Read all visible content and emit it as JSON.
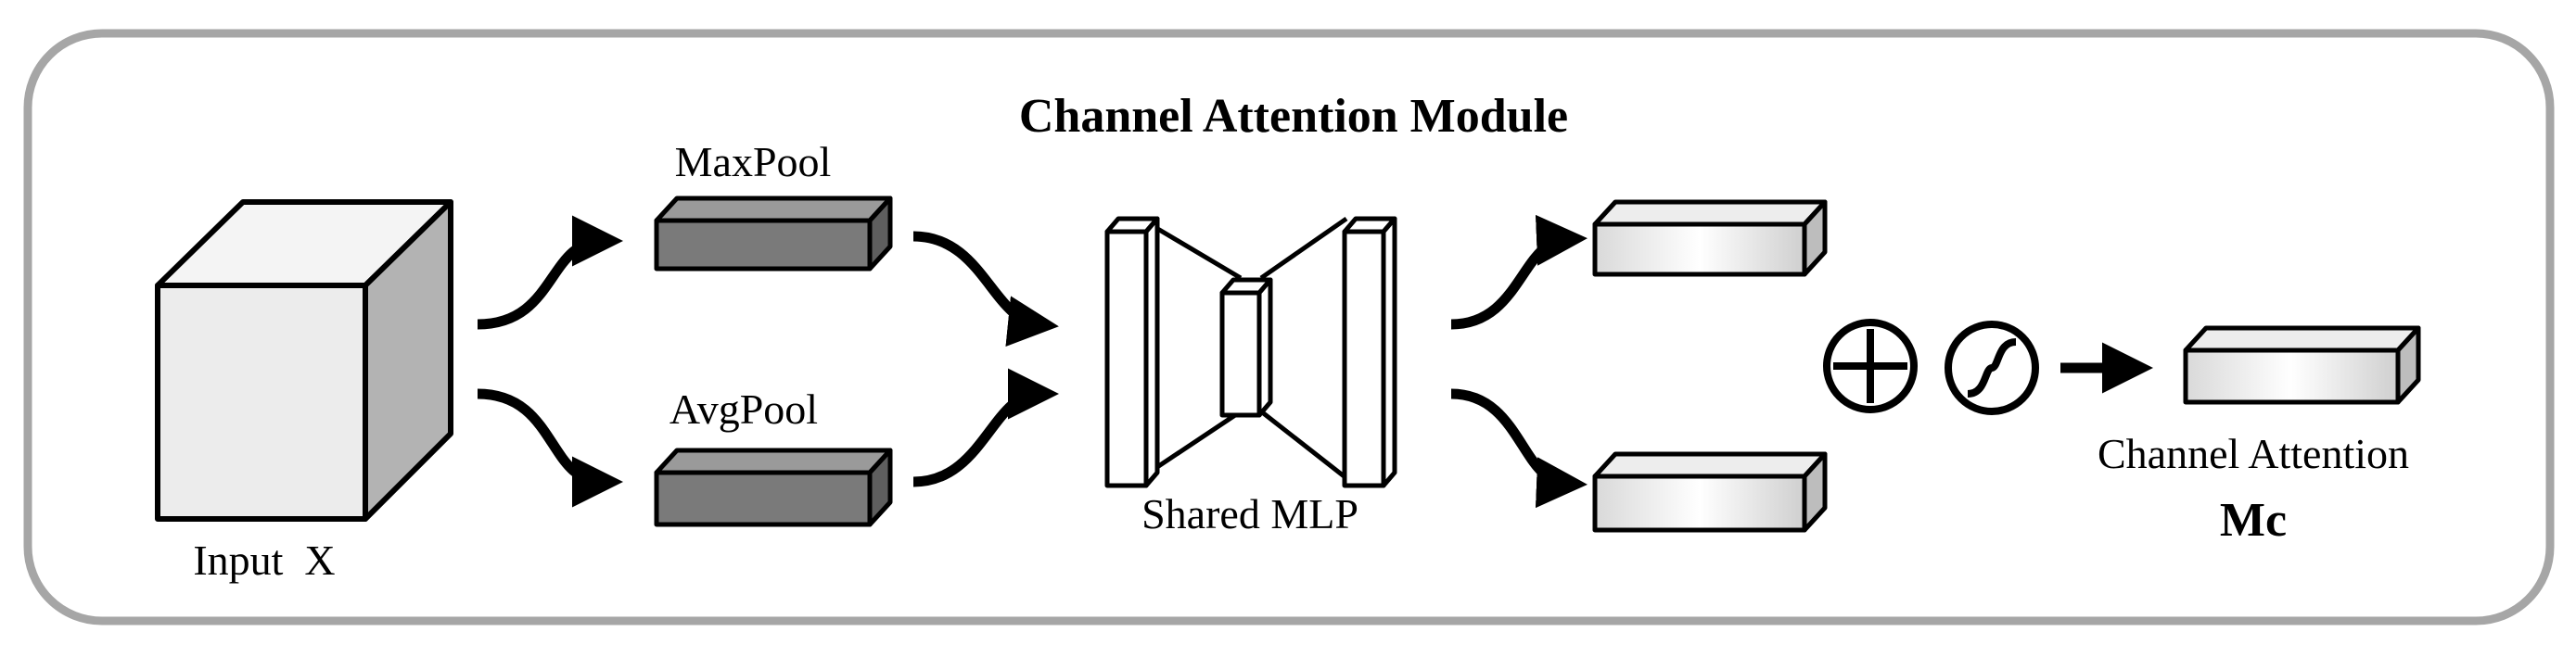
{
  "diagram": {
    "title": "Channel Attention Module",
    "input_label": "Input  X",
    "maxpool_label": "MaxPool",
    "avgpool_label": "AvgPool",
    "mlp_label": "Shared MLP",
    "output_label": "Channel Attention",
    "output_symbol": "Mc",
    "operators": [
      "add-icon",
      "sigmoid-icon"
    ]
  },
  "colors": {
    "border": "#a6a6a6",
    "cube_face": "#ececec",
    "cube_side": "#b3b3b3",
    "pool_bar": "#7a7a7a",
    "stroke": "#000000"
  }
}
